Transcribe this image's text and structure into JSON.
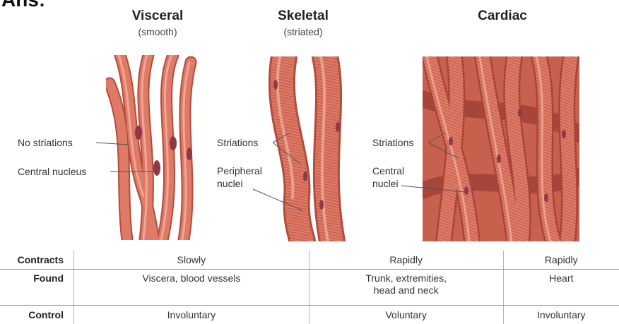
{
  "heading": "Ans:",
  "columns": [
    {
      "title": "Visceral",
      "subtitle": "(smooth)"
    },
    {
      "title": "Skeletal",
      "subtitle": "(striated)"
    },
    {
      "title": "Cardiac",
      "subtitle": ""
    }
  ],
  "labels": {
    "visceral": [
      "No striations",
      "Central nucleus"
    ],
    "skeletal": [
      "Striations",
      "Peripheral",
      "nuclei"
    ],
    "cardiac": [
      "Striations",
      "Central",
      "nuclei"
    ]
  },
  "table": {
    "rows": [
      {
        "header": "Contracts",
        "cells": [
          "Slowly",
          "Rapidly",
          "Rapidly"
        ]
      },
      {
        "header": "Found",
        "cells": [
          [
            "Viscera, blood vessels"
          ],
          [
            "Trunk, extremities,",
            "head and neck"
          ],
          [
            "Heart"
          ]
        ]
      },
      {
        "header": "Control",
        "cells": [
          "Involuntary",
          "Voluntary",
          "Involuntary"
        ]
      }
    ]
  },
  "colors": {
    "fiber": "#de7a66",
    "fiber_dark": "#b24c3c",
    "fiber_light": "#f2b3a3",
    "nucleus": "#8e3a46",
    "background": "#ffffff"
  }
}
